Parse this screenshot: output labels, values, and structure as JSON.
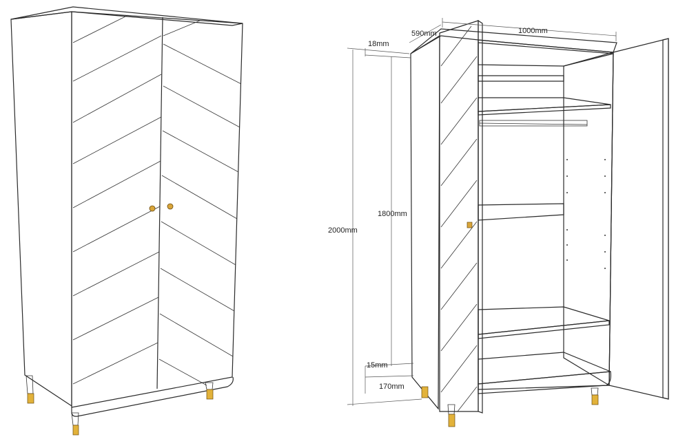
{
  "dimensions": {
    "top_panel": "18mm",
    "depth": "590mm",
    "width": "1000mm",
    "total_height": "2000mm",
    "body_height": "1800mm",
    "bottom_panel": "15mm",
    "leg_height": "170mm"
  },
  "colors": {
    "panel_side": "#e6e6e6",
    "panel_door": "#f2f2f2",
    "panel_front": "#fafafa",
    "interior_dark": "#6e6e6e",
    "leg_gold": "#e2b23a",
    "handle_gold": "#d9a53a"
  }
}
